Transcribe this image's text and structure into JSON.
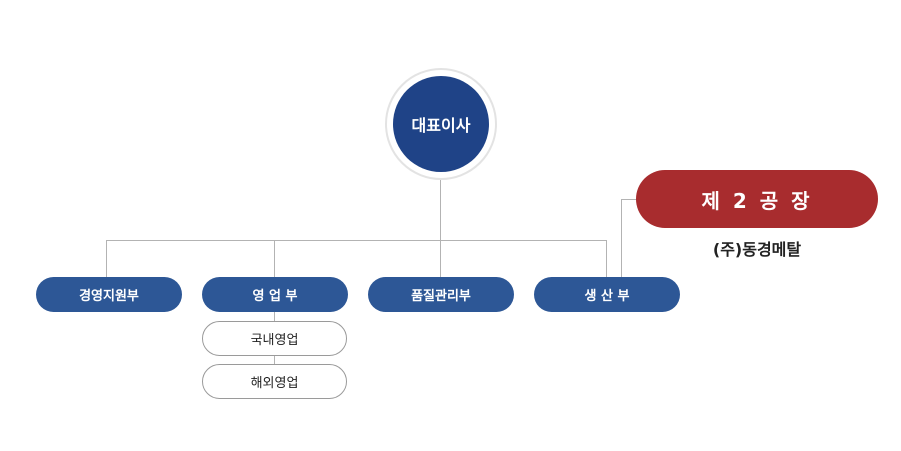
{
  "ceo": {
    "label": "대표이사"
  },
  "departments": [
    {
      "label": "경영지원부"
    },
    {
      "label": "영 업 부"
    },
    {
      "label": "품질관리부"
    },
    {
      "label": "생 산 부"
    }
  ],
  "sales_subunits": [
    {
      "label": "국내영업"
    },
    {
      "label": "해외영업"
    }
  ],
  "factory": {
    "label": "제 2 공 장",
    "company": "(주)동경메탈"
  },
  "colors": {
    "ceo": "#1f4387",
    "department": "#2d5796",
    "factory": "#a82c2e",
    "line": "#b3b3b3"
  }
}
